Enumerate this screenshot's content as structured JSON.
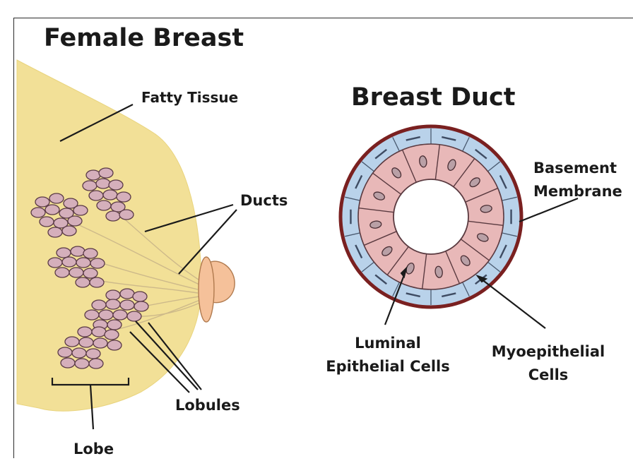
{
  "left_panel": {
    "title": "Female Breast",
    "labels": {
      "fatty_tissue": "Fatty Tissue",
      "ducts": "Ducts",
      "lobules": "Lobules",
      "lobe": "Lobe"
    }
  },
  "right_panel": {
    "title": "Breast Duct",
    "labels": {
      "basement_membrane_line1": "Basement",
      "basement_membrane_line2": "Membrane",
      "luminal_line1": "Luminal",
      "luminal_line2": "Epithelial Cells",
      "myo_line1": "Myoepithelial",
      "myo_line2": "Cells"
    }
  },
  "colors": {
    "fatty_tissue": "#f2e097",
    "lobule": "#d5afbb",
    "nipple": "#f5c19a",
    "luminal_cell": "#e8b8b8",
    "myoepithelial_cell": "#b9d2ea",
    "basement_membrane": "#7a2020"
  }
}
